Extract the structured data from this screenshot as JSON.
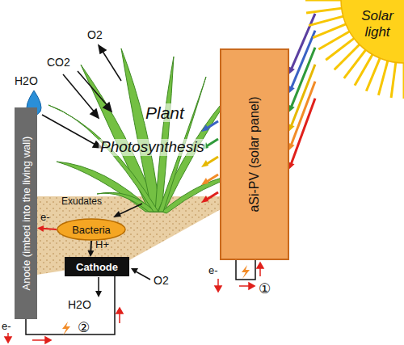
{
  "diagram": {
    "nodes": [
      {
        "text": [
          "Solar light"
        ]
      },
      {
        "text": [
          "aSi-PV (solar panel)"
        ]
      },
      {
        "text": [
          "Bacteria"
        ]
      },
      {
        "text": [
          "Cathode"
        ]
      },
      {
        "text": [
          "Anode (imbed into the living wall)"
        ]
      }
    ],
    "edges": [
      {
        "from": 0,
        "to": 1,
        "arrow": "to"
      },
      {
        "from": 0,
        "to": 1,
        "arrow": "to"
      },
      {
        "from": 0,
        "to": 1,
        "arrow": "to"
      },
      {
        "from": 0,
        "to": 1,
        "arrow": "to"
      },
      {
        "from": 0,
        "to": 1,
        "arrow": "to"
      },
      {
        "from": 0,
        "to": 1,
        "arrow": "to"
      },
      {
        "from": 2,
        "to": 3,
        "label": "H+",
        "arrow": "to"
      },
      {
        "from": 2,
        "to": 4,
        "label": "e-",
        "arrow": "to"
      }
    ],
    "labels": [
      "H2O",
      "CO2",
      "O2",
      "Plant",
      "Photosynthesis",
      "Exudates",
      "O2",
      "H2O",
      "e-",
      "②",
      "e-",
      "①"
    ]
  }
}
